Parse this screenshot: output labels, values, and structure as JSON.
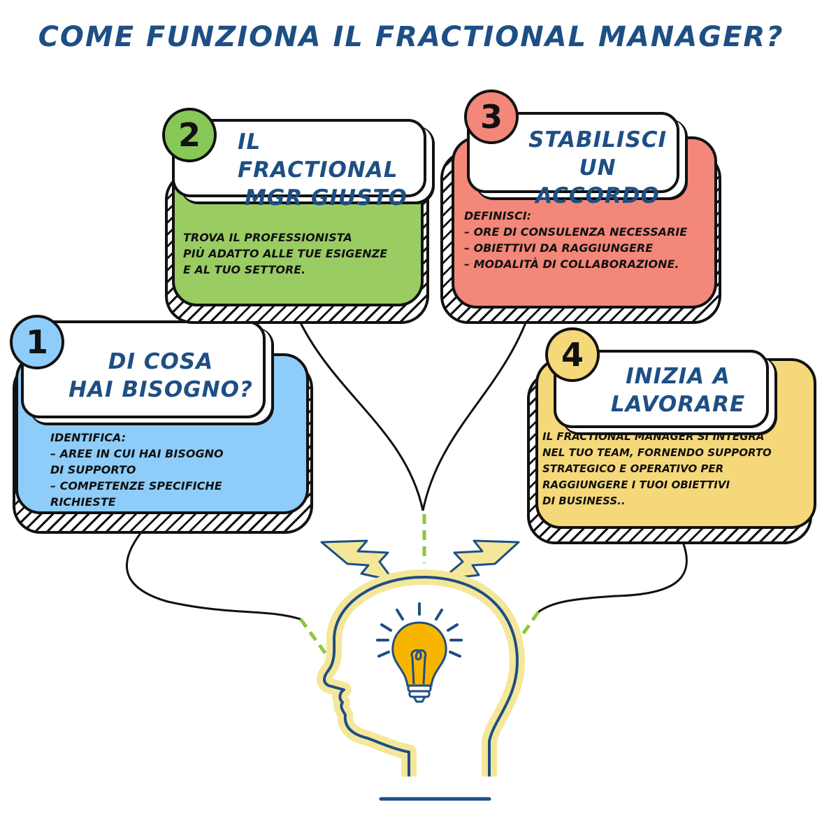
{
  "title": "Come funziona il Fractional Manager?",
  "colors": {
    "title": "#1d4f85",
    "step1": "#8ecdf9",
    "step2": "#9bcc63",
    "step3": "#f3877a",
    "step4": "#f5d87a",
    "badge1": "#8ecdf9",
    "badge2": "#87c858",
    "badge3": "#f3877a",
    "badge4": "#f5d87a",
    "bulb": "#f7b500",
    "bolt": "#f5e79a",
    "connector": "#8cc63f"
  },
  "icons": [
    "head-icon",
    "lightbulb-icon",
    "lightning-bolt-icon"
  ],
  "steps": [
    {
      "number": "1",
      "title_line1": "Di cosa",
      "title_line2": "hai bisogno?",
      "text": "Identifica:\n– aree in cui hai bisogno\n     di supporto\n– competenze specifiche\n     richieste"
    },
    {
      "number": "2",
      "title_line1": "Il Fractional",
      "title_line2": "Mgr giusto",
      "text": "Trova il professionista\npiù adatto alle tue esigenze\ne al tuo settore."
    },
    {
      "number": "3",
      "title_line1": "Stabilisci",
      "title_line2": "un accordo",
      "text": "Definisci:\n– ore di consulenza necessarie\n– obiettivi da raggiungere\n– modalità di collaborazione."
    },
    {
      "number": "4",
      "title_line1": "Inizia a",
      "title_line2": "lavorare",
      "text": "Il Fractional Manager si integra\nnel tuo team, fornendo supporto\nstrategico e operativo per\nraggiungere i tuoi obiettivi\ndi business.."
    }
  ]
}
